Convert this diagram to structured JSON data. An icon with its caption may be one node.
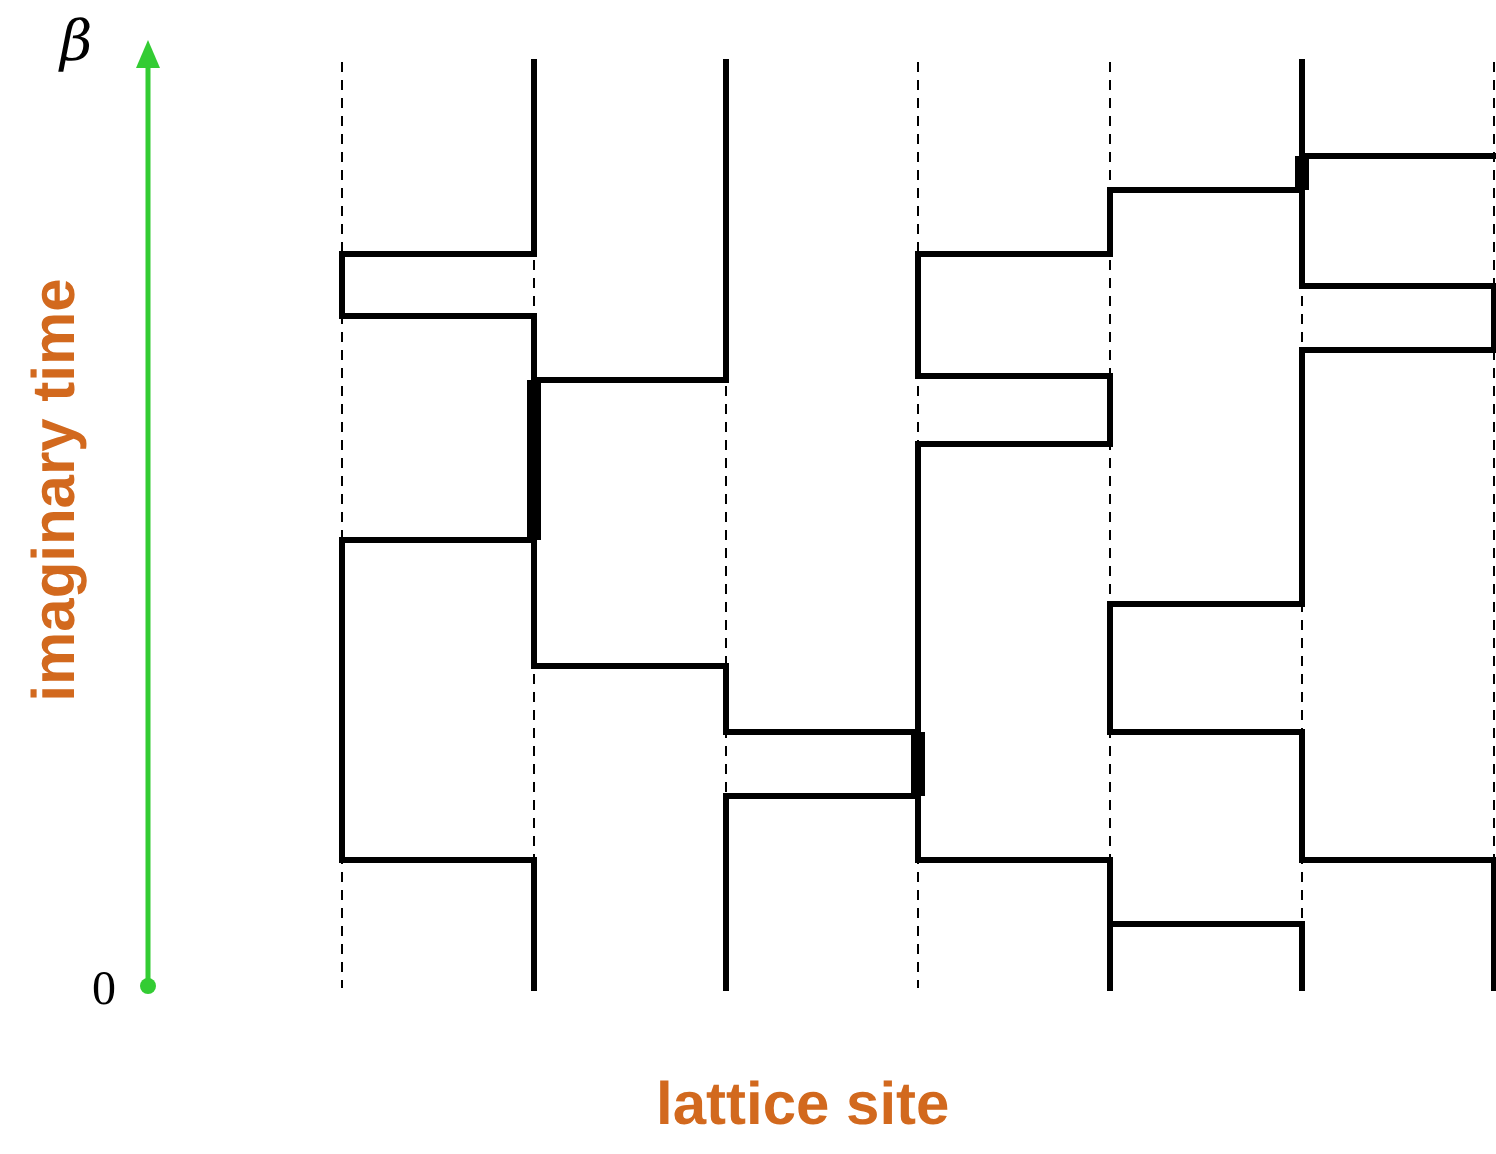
{
  "diagram": {
    "labels": [
      "β",
      "imaginary time",
      "0",
      "lattice site"
    ]
  }
}
